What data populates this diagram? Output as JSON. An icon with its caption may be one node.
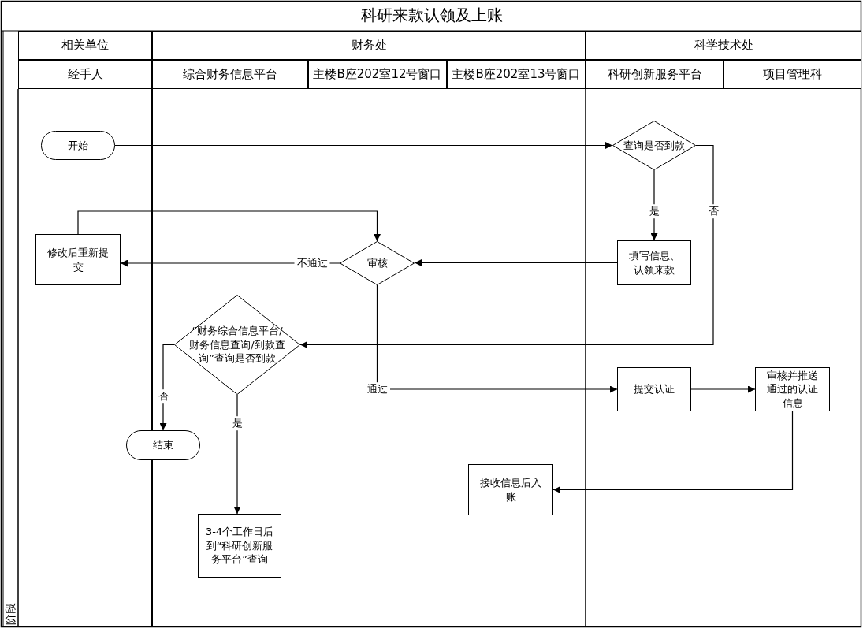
{
  "diagram": {
    "title": "科研来款认领及上账",
    "nodes": [
      {
        "text": [
          "相关单位"
        ]
      },
      {
        "text": [
          "财务处"
        ]
      },
      {
        "text": [
          "科学技术处"
        ]
      },
      {
        "text": [
          "经手人"
        ]
      },
      {
        "text": [
          "综合财务信息平台"
        ]
      },
      {
        "text": [
          "主楼B座202室12号窗口"
        ]
      },
      {
        "text": [
          "主楼B座202室13号窗口"
        ]
      },
      {
        "text": [
          "科研创新服务平台"
        ]
      },
      {
        "text": [
          "项目管理科"
        ]
      },
      {
        "text": [
          "开始"
        ]
      },
      {
        "text": [
          "查询是否到款"
        ]
      },
      {
        "text": [
          "修改后重新提交"
        ]
      },
      {
        "text": [
          "审核"
        ]
      },
      {
        "text": [
          "填写信息、认领来款"
        ]
      },
      {
        "text": [
          "“财务综合信息平台/财务信息查询/到款查询”查询是否到款"
        ]
      },
      {
        "text": [
          "结束"
        ]
      },
      {
        "text": [
          "提交认证"
        ]
      },
      {
        "text": [
          "审核并推送通过的认证信息"
        ]
      },
      {
        "text": [
          "接收信息后入账"
        ]
      },
      {
        "text": [
          "3-4个工作日后到“科研创新服务平台”查询"
        ]
      }
    ],
    "edges": [
      {
        "from": 9,
        "to": 10,
        "arrow": "to"
      },
      {
        "from": 10,
        "to": 13,
        "arrow": "to",
        "label": "是"
      },
      {
        "from": 10,
        "to": 14,
        "arrow": "to",
        "label": "否"
      },
      {
        "from": 13,
        "to": 12,
        "arrow": "to"
      },
      {
        "from": 12,
        "to": 11,
        "arrow": "to",
        "label": "不通过"
      },
      {
        "from": 11,
        "to": 12,
        "arrow": "to"
      },
      {
        "from": 12,
        "to": 16,
        "arrow": "to",
        "label": "通过"
      },
      {
        "from": 16,
        "to": 17,
        "arrow": "to"
      },
      {
        "from": 17,
        "to": 18,
        "arrow": "to"
      },
      {
        "from": 14,
        "to": 15,
        "arrow": "to",
        "label": "否"
      },
      {
        "from": 14,
        "to": 19,
        "arrow": "to",
        "label": "是"
      }
    ],
    "labels": [
      "阶段"
    ]
  }
}
